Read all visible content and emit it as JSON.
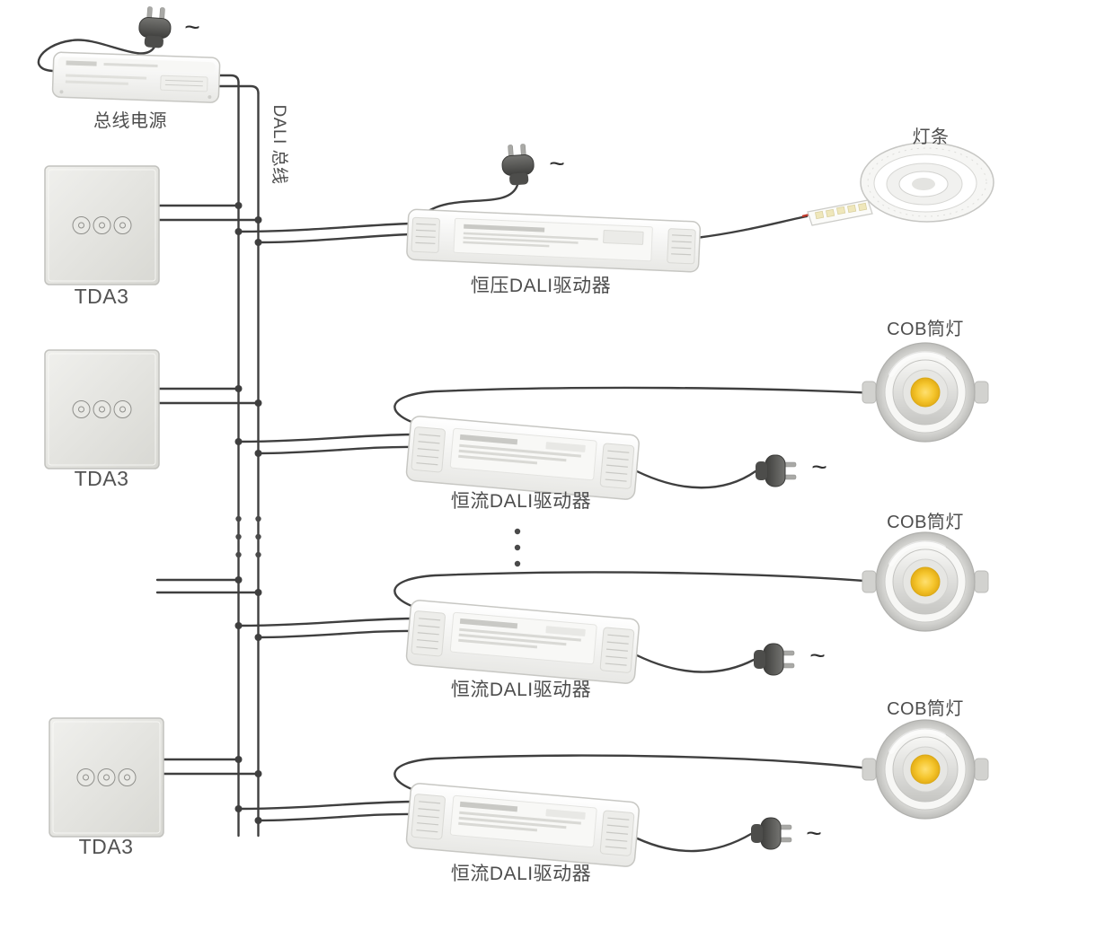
{
  "diagram": {
    "bus_power": {
      "label": "总线电源",
      "ac_symbol": "~"
    },
    "dali_bus_label": "DALI 总线",
    "panels": [
      {
        "label": "TDA3"
      },
      {
        "label": "TDA3"
      },
      {
        "label": "TDA3"
      }
    ],
    "cv_driver": {
      "label": "恒压DALI驱动器",
      "ac_symbol": "~",
      "load_label": "灯条"
    },
    "cc_drivers": [
      {
        "label": "恒流DALI驱动器",
        "ac_symbol": "~",
        "load_label": "COB筒灯"
      },
      {
        "label": "恒流DALI驱动器",
        "ac_symbol": "~",
        "load_label": "COB筒灯"
      },
      {
        "label": "恒流DALI驱动器",
        "ac_symbol": "~",
        "load_label": "COB筒灯"
      }
    ],
    "colors": {
      "wire": "#3f3f3f",
      "label_text": "#4d4d4d",
      "cob_yellow": "#f3c62c",
      "led_wire_red": "#c0392b"
    }
  }
}
